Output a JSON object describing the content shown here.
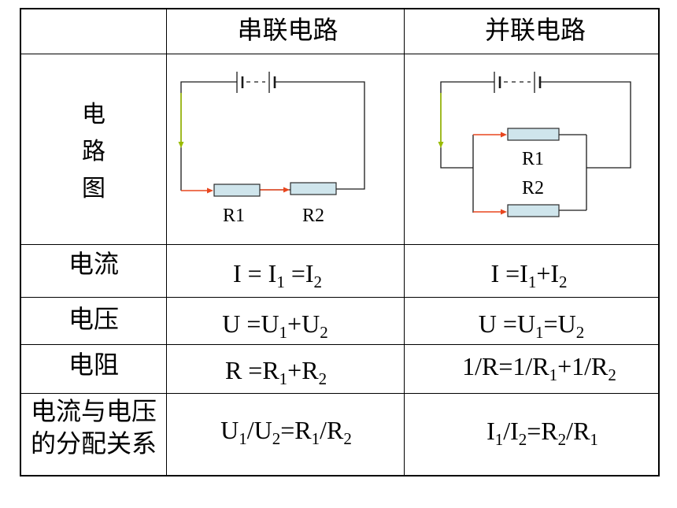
{
  "table": {
    "header": {
      "series": "串联电路",
      "parallel": "并联电路"
    },
    "diagram_row": {
      "label": [
        "电",
        "路",
        "图"
      ],
      "series_diagram": {
        "resistor_1": "R1",
        "resistor_2": "R2"
      },
      "parallel_diagram": {
        "resistor_1": "R1",
        "resistor_2": "R2"
      }
    },
    "rows": [
      {
        "label": [
          "电流"
        ],
        "series": [
          {
            "text": "I = I"
          },
          {
            "sub": "1"
          },
          {
            "text": " =I"
          },
          {
            "sub": "2"
          }
        ],
        "parallel": [
          {
            "text": "I =I"
          },
          {
            "sub": "1"
          },
          {
            "text": "+I"
          },
          {
            "sub": "2"
          }
        ]
      },
      {
        "label": [
          "电压"
        ],
        "series": [
          {
            "text": "U =U"
          },
          {
            "sub": "1"
          },
          {
            "text": "+U"
          },
          {
            "sub": "2"
          }
        ],
        "parallel": [
          {
            "text": "U =U"
          },
          {
            "sub": "1"
          },
          {
            "text": "=U"
          },
          {
            "sub": "2"
          }
        ]
      },
      {
        "label": [
          "电阻"
        ],
        "series": [
          {
            "text": "R =R"
          },
          {
            "sub": "1"
          },
          {
            "text": "+R"
          },
          {
            "sub": "2"
          }
        ],
        "parallel": [
          {
            "text": "1/R=1/R"
          },
          {
            "sub": "1"
          },
          {
            "text": "+1/R"
          },
          {
            "sub": "2"
          }
        ]
      },
      {
        "label": [
          "电流与电压",
          "的分配关系"
        ],
        "series": [
          {
            "text": "U"
          },
          {
            "sub": "1"
          },
          {
            "text": "/U"
          },
          {
            "sub": "2"
          },
          {
            "text": "=R"
          },
          {
            "sub": "1"
          },
          {
            "text": "/R"
          },
          {
            "sub": "2"
          }
        ],
        "parallel": [
          {
            "text": "I"
          },
          {
            "sub": "1"
          },
          {
            "text": "/I"
          },
          {
            "sub": "2"
          },
          {
            "text": "=R"
          },
          {
            "sub": "2"
          },
          {
            "text": "/R"
          },
          {
            "sub": "1"
          }
        ]
      }
    ]
  },
  "colors": {
    "wire": "#1a1a1a",
    "main_current_arrow": "#99bb00",
    "branch_current_arrow": "#e8461e",
    "resistor_fill": "#cfe5ec",
    "resistor_border": "#2b2b2b"
  }
}
